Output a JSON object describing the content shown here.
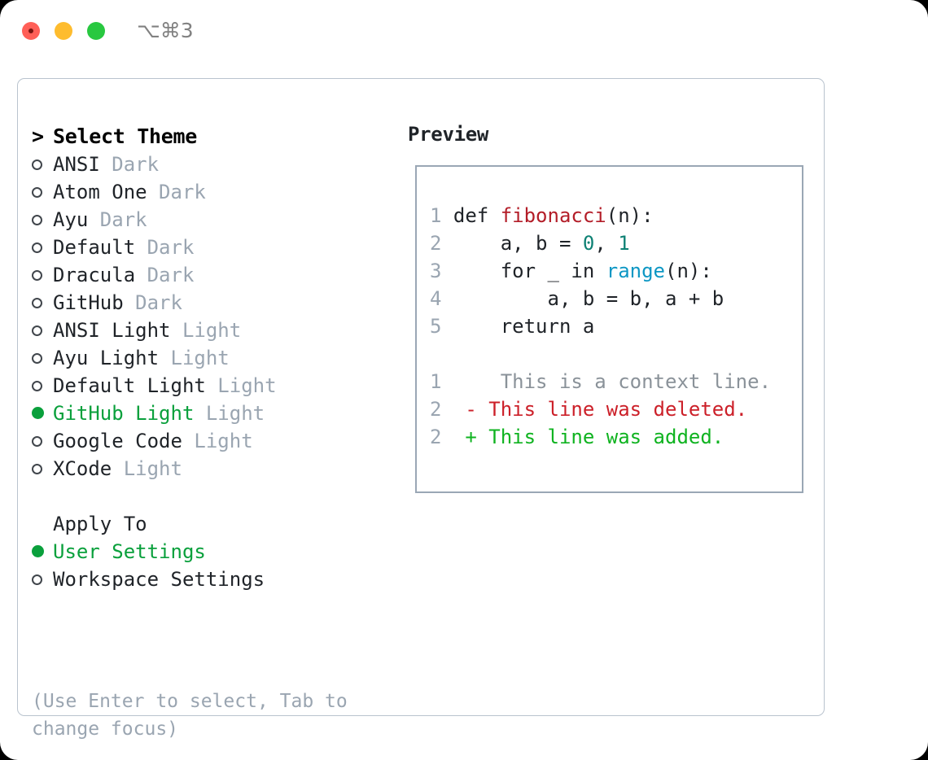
{
  "window": {
    "shortcut_label": "⌥⌘3",
    "traffic_lights": [
      "close",
      "minimize",
      "maximize"
    ]
  },
  "colors": {
    "accent_green": "#0fb320",
    "selected_green": "#0aa03c",
    "muted": "#9aa5b1",
    "text": "#1f2328",
    "border": "#b9c3ce",
    "preview_border": "#9aa7b5",
    "fn_red": "#b31d28",
    "num_teal": "#0e8174",
    "call_blue": "#0d97c4",
    "diff_del": "#cc2029",
    "diff_add": "#0fb320",
    "diff_ctx": "#8a9299"
  },
  "theme_picker": {
    "header_marker": ">",
    "header_label": "Select Theme",
    "unselected_marker": "o",
    "selected_marker": "●",
    "items": [
      {
        "name": "ANSI",
        "kind": "Dark",
        "selected": false
      },
      {
        "name": "Atom One",
        "kind": "Dark",
        "selected": false
      },
      {
        "name": "Ayu",
        "kind": "Dark",
        "selected": false
      },
      {
        "name": "Default",
        "kind": "Dark",
        "selected": false
      },
      {
        "name": "Dracula",
        "kind": "Dark",
        "selected": false
      },
      {
        "name": "GitHub",
        "kind": "Dark",
        "selected": false
      },
      {
        "name": "ANSI Light",
        "kind": "Light",
        "selected": false
      },
      {
        "name": "Ayu Light",
        "kind": "Light",
        "selected": false
      },
      {
        "name": "Default Light",
        "kind": "Light",
        "selected": false
      },
      {
        "name": "GitHub Light",
        "kind": "Light",
        "selected": true
      },
      {
        "name": "Google Code",
        "kind": "Light",
        "selected": false
      },
      {
        "name": "XCode",
        "kind": "Light",
        "selected": false
      }
    ]
  },
  "apply_to": {
    "header_label": "Apply To",
    "items": [
      {
        "label": "User Settings",
        "selected": true
      },
      {
        "label": "Workspace Settings",
        "selected": false
      }
    ]
  },
  "hint": {
    "text": "(Use Enter to select, Tab to change focus)"
  },
  "preview": {
    "title": "Preview",
    "code_lines": [
      {
        "num": "1",
        "tokens": [
          {
            "t": "def ",
            "c": "plain"
          },
          {
            "t": "fibonacci",
            "c": "fn"
          },
          {
            "t": "(n):",
            "c": "plain"
          }
        ]
      },
      {
        "num": "2",
        "tokens": [
          {
            "t": "    a, b = ",
            "c": "plain"
          },
          {
            "t": "0",
            "c": "num"
          },
          {
            "t": ", ",
            "c": "plain"
          },
          {
            "t": "1",
            "c": "num"
          }
        ]
      },
      {
        "num": "3",
        "tokens": [
          {
            "t": "    for _ in ",
            "c": "plain"
          },
          {
            "t": "range",
            "c": "call"
          },
          {
            "t": "(n):",
            "c": "plain"
          }
        ]
      },
      {
        "num": "4",
        "tokens": [
          {
            "t": "        a, b = b, a + b",
            "c": "plain"
          }
        ]
      },
      {
        "num": "5",
        "tokens": [
          {
            "t": "    return a",
            "c": "plain"
          }
        ]
      }
    ],
    "diff_lines": [
      {
        "num": "1",
        "sign": " ",
        "text": "  This is a context line.",
        "kind": "ctx"
      },
      {
        "num": "2",
        "sign": "-",
        "text": " This line was deleted.",
        "kind": "del"
      },
      {
        "num": "2",
        "sign": "+",
        "text": " This line was added.",
        "kind": "add"
      }
    ]
  }
}
